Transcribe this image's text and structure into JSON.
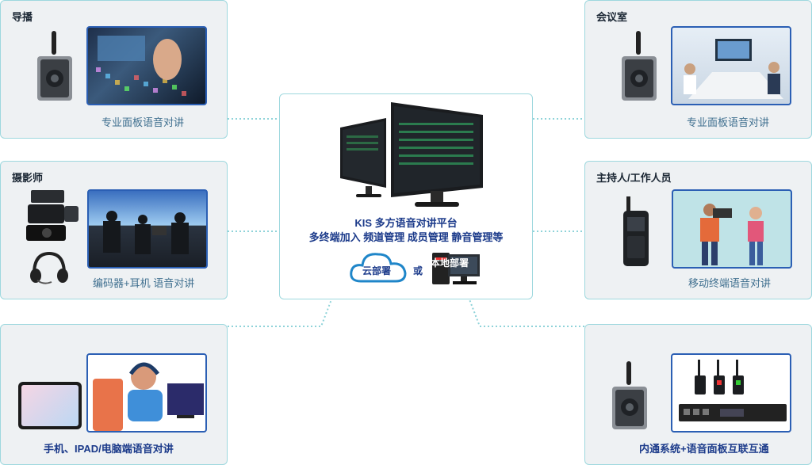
{
  "panels": {
    "director": {
      "title": "导播",
      "caption": "专业面板语音对讲"
    },
    "camera": {
      "title": "摄影师",
      "caption": "编码器+耳机  语音对讲"
    },
    "mobile": {
      "caption": "手机、IPAD/电脑端语音对讲"
    },
    "meeting": {
      "title": "会议室",
      "caption": "专业面板语音对讲"
    },
    "host": {
      "title": "主持人/工作人员",
      "caption": "移动终端语音对讲"
    },
    "intercom": {
      "caption": "内通系统+语音面板互联互通"
    }
  },
  "center": {
    "platform": "KIS 多方语音对讲平台",
    "features": "多终端加入  频道管理  成员管理   静音管理等",
    "cloud_label": "云部署",
    "or_label": "或",
    "local_label": "本地部署"
  },
  "colors": {
    "accent": "#1b3a8a",
    "border": "#9ed8de",
    "panel_bg": "#eef1f3",
    "photo_border": "#2b5fb4"
  }
}
